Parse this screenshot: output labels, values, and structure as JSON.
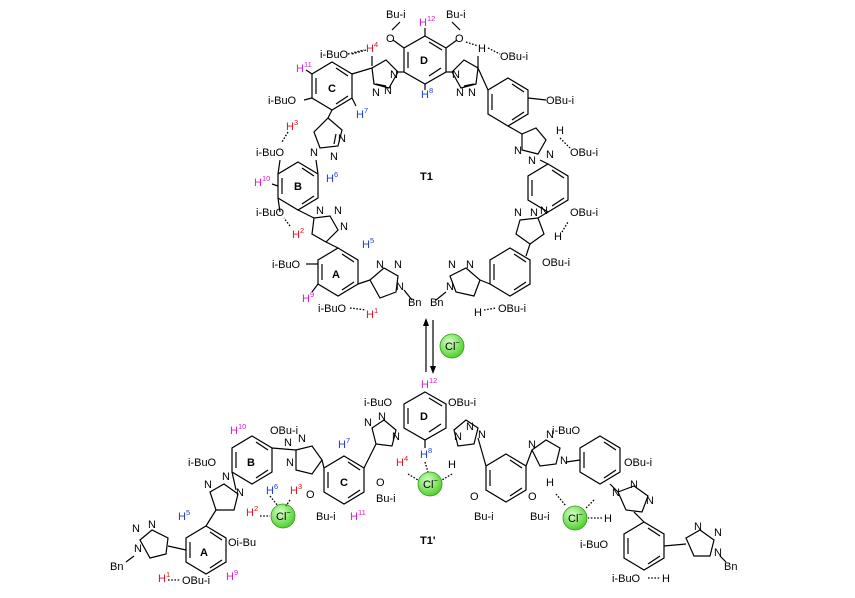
{
  "colors": {
    "magenta": "#d81bd8",
    "blue": "#1f3fd6",
    "red": "#e0141e",
    "chloride_green": "#6ee34a",
    "black": "#000000"
  },
  "rings": {
    "A": "A",
    "B": "B",
    "C": "C",
    "D": "D"
  },
  "groups": {
    "obu_i": "OBu-i",
    "i_buo": "i-BuO",
    "bu_i": "Bu-i",
    "oi_bu": "Oi-Bu",
    "o": "O",
    "n": "N",
    "bn": "Bn",
    "h": "H"
  },
  "hydrogens": {
    "h1": "1",
    "h2": "2",
    "h3": "3",
    "h4": "4",
    "h5": "5",
    "h6": "6",
    "h7": "7",
    "h8": "8",
    "h9": "9",
    "h10": "10",
    "h11": "11",
    "h12": "12"
  },
  "compounds": {
    "t1": "T1",
    "t1_prime": "T1'"
  },
  "anion": {
    "symbol": "Cl",
    "charge": "−"
  }
}
